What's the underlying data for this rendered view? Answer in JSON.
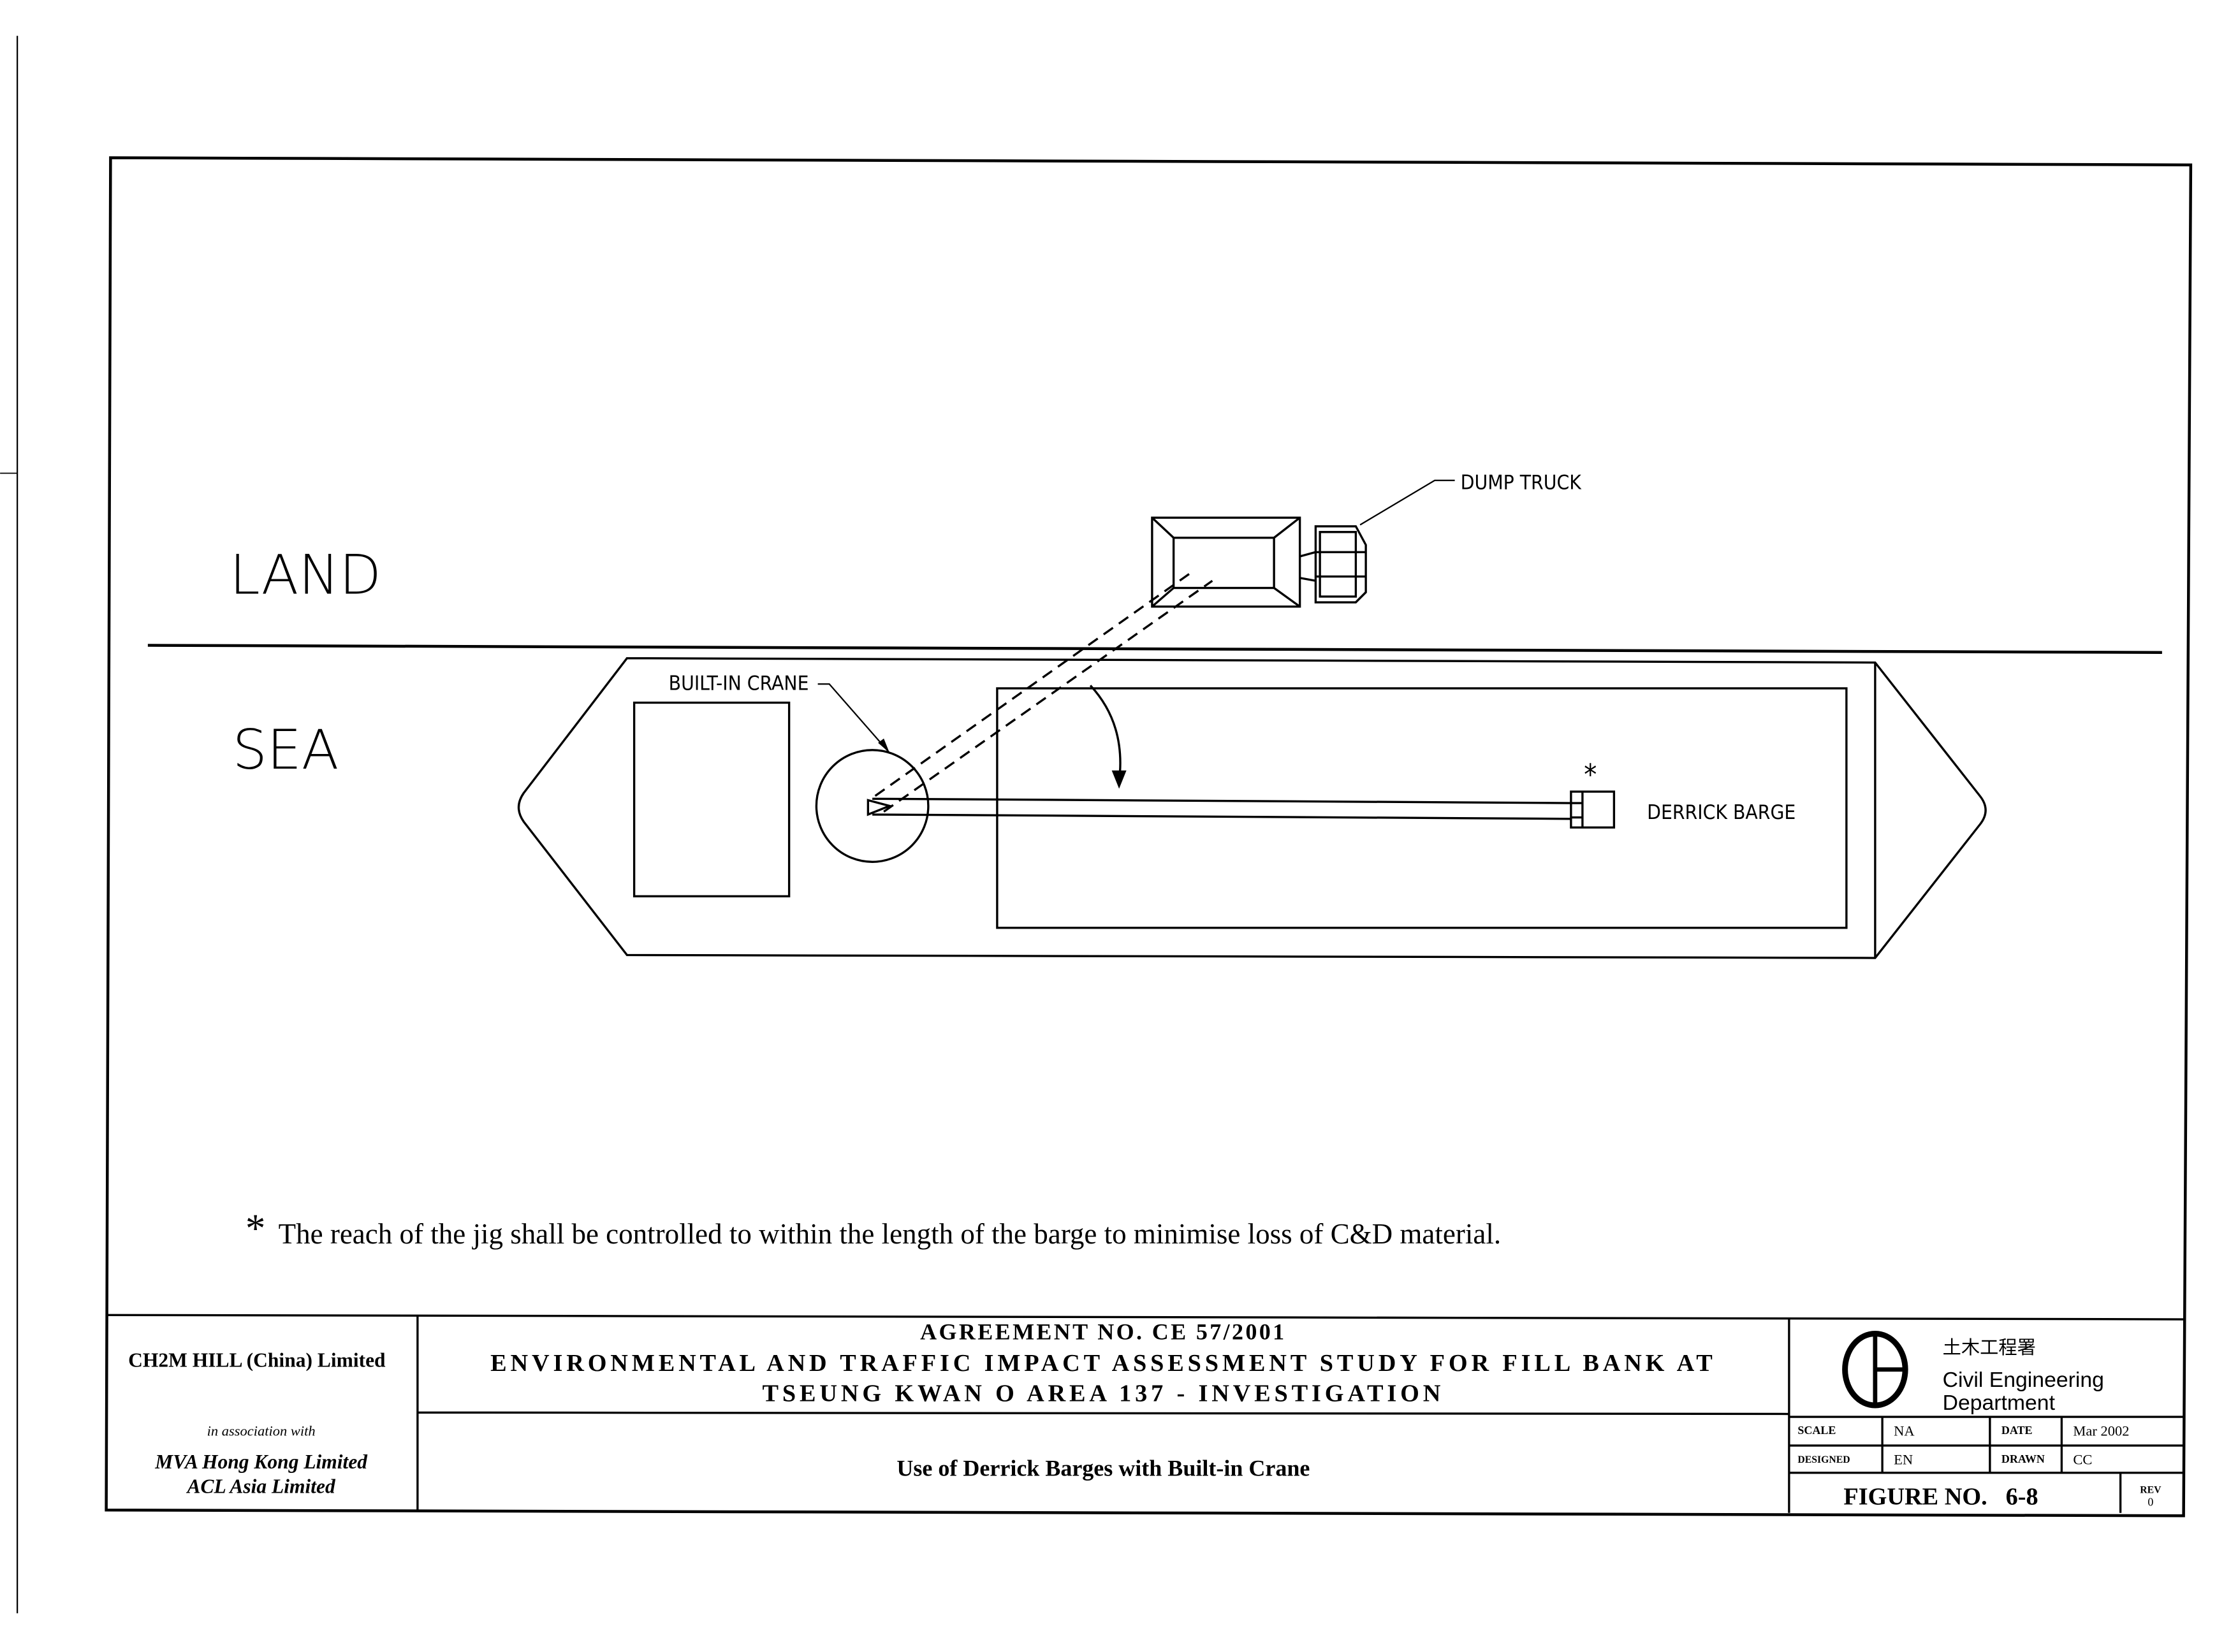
{
  "drawing": {
    "land_label": "LAND",
    "sea_label": "SEA",
    "dump_truck_label": "DUMP TRUCK",
    "crane_label": "BUILT-IN CRANE",
    "barge_label": "DERRICK BARGE",
    "asterisk": "*",
    "note_marker": "*",
    "note": "The reach of the jig shall be controlled to within the length of the barge to minimise loss of C&D material."
  },
  "title_block": {
    "consultant": "CH2M HILL (China) Limited",
    "association": "in association with",
    "partner1": "MVA Hong Kong Limited",
    "partner2": "ACL Asia Limited",
    "agreement": "AGREEMENT NO. CE 57/2001",
    "project_line1": "ENVIRONMENTAL AND TRAFFIC IMPACT ASSESSMENT STUDY FOR FILL BANK AT",
    "project_line2": "TSEUNG KWAN O AREA 137 - INVESTIGATION",
    "drawing_title": "Use of Derrick Barges with Built-in Crane",
    "dept_chinese": "土木工程署",
    "dept_line1": "Civil Engineering",
    "dept_line2": "Department",
    "scale_label": "SCALE",
    "scale_value": "NA",
    "date_label": "DATE",
    "date_value": "Mar 2002",
    "designed_label": "DESIGNED",
    "designed_value": "EN",
    "drawn_label": "DRAWN",
    "drawn_value": "CC",
    "figure_label": "FIGURE NO.",
    "figure_value": "6-8",
    "rev_label": "REV",
    "rev_value": "0"
  }
}
